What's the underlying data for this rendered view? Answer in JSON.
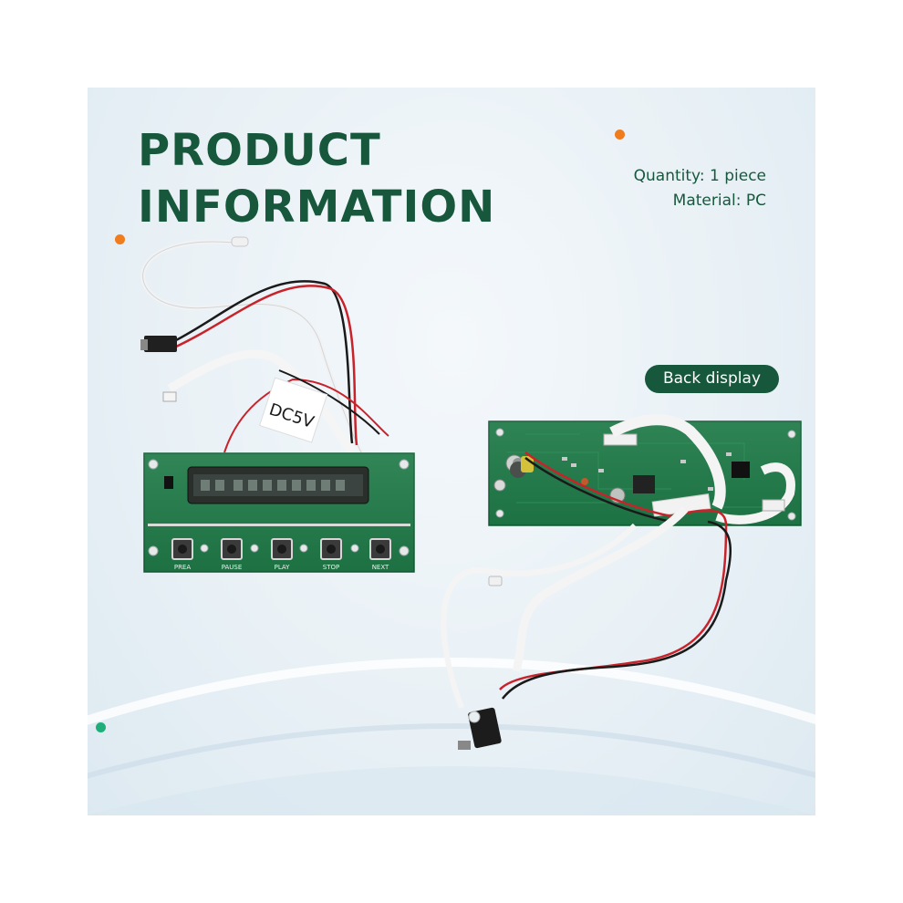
{
  "title": {
    "line1": "PRODUCT",
    "line2": "INFORMATION"
  },
  "specs": {
    "quantity": "Quantity: 1 piece",
    "material": "Material: PC"
  },
  "badge": {
    "back_display": "Back display"
  },
  "front_board": {
    "buttons": [
      "PREA",
      "PAUSE",
      "PLAY",
      "STOP",
      "NEXT"
    ],
    "tag_text": "DC5V"
  },
  "colors": {
    "brand_green": "#17583d",
    "pcb_green": "#1f7a48",
    "accent_orange": "#f07c1e",
    "accent_teal": "#1fae7a"
  }
}
